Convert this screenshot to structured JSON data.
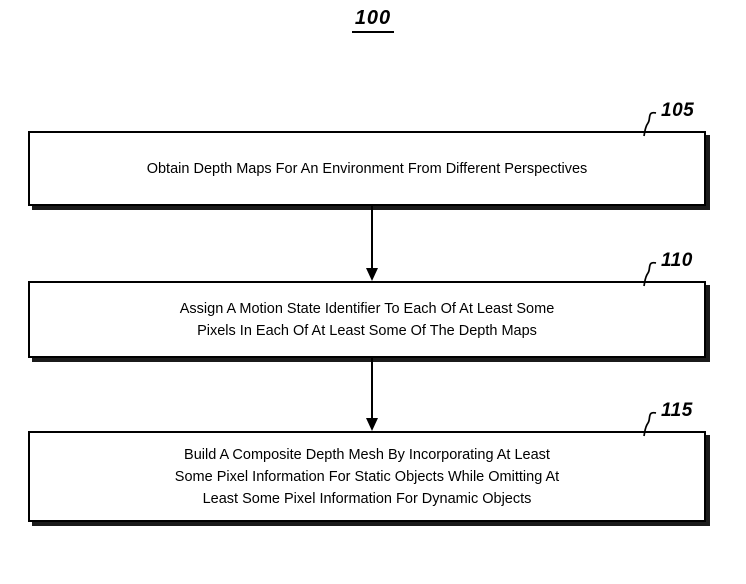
{
  "figure": {
    "title": "100",
    "steps": [
      {
        "ref": "105",
        "lines": [
          "Obtain Depth Maps For An Environment From Different Perspectives"
        ]
      },
      {
        "ref": "110",
        "lines": [
          "Assign A Motion State Identifier To Each Of At Least Some",
          "Pixels In Each Of At Least Some Of The Depth Maps"
        ]
      },
      {
        "ref": "115",
        "lines": [
          "Build A Composite Depth Mesh By Incorporating At Least",
          "Some Pixel Information For Static Objects While Omitting At",
          "Least Some Pixel Information For Dynamic Objects"
        ]
      }
    ],
    "colors": {
      "ink": "#000000",
      "background": "#ffffff",
      "shadow": "#1b1b1b"
    }
  }
}
